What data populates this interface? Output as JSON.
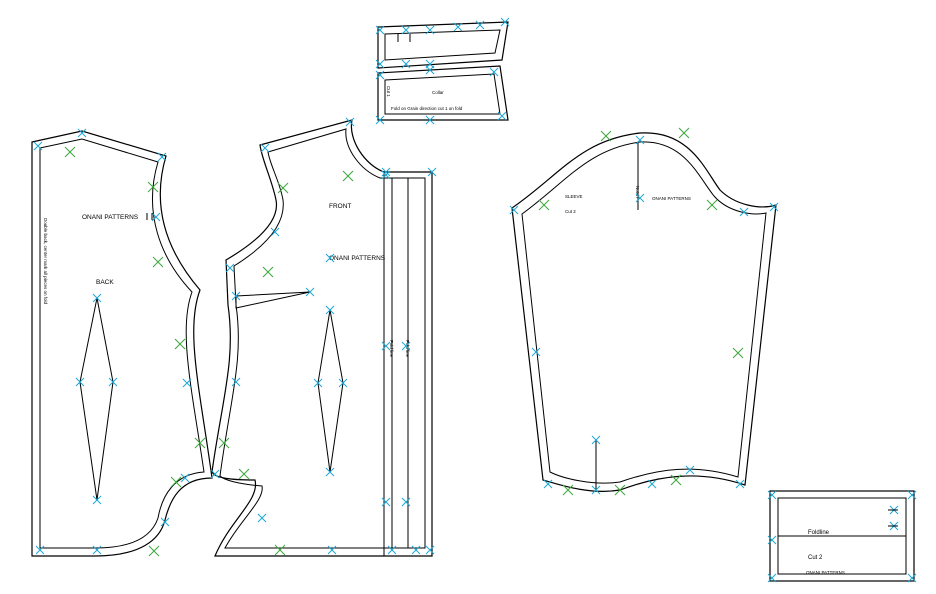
{
  "labels": {
    "back_brand": "ONANI PATTERNS",
    "back_name": "BACK",
    "back_instruction": "Double back, center mark all pieces on fold",
    "front_name": "FRONT",
    "front_brand": "ONANI PATTERNS",
    "placket_1": "Fold line",
    "placket_2": "Fold line",
    "collar_name": "Collar",
    "collar_instruction": "Fold on Grain direction cut 1 on fold",
    "collar_side": "Cut 1",
    "sleeve_name": "SLEEVE",
    "sleeve_cut": "Cut 2",
    "sleeve_mark": "Notch",
    "sleeve_brand": "ONANI PATTERNS",
    "pocket_fold": "Foldline",
    "pocket_cut": "Cut 2",
    "pocket_brand": "ONANI PATTERNS"
  },
  "colors": {
    "line": "#000000",
    "notch_cyan": "#1aa7d6",
    "notch_green": "#3aa83a"
  }
}
